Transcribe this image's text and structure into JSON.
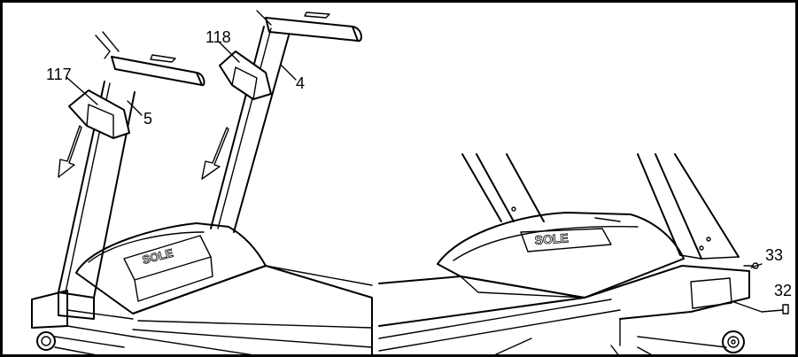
{
  "diagram": {
    "left_panel": {
      "part_labels": [
        {
          "id": "117",
          "text": "117"
        },
        {
          "id": "5",
          "text": "5"
        },
        {
          "id": "118",
          "text": "118"
        },
        {
          "id": "4",
          "text": "4"
        }
      ],
      "logo_text": "SOLE"
    },
    "right_panel": {
      "part_labels": [
        {
          "id": "33",
          "text": "33"
        },
        {
          "id": "32",
          "text": "32"
        }
      ],
      "logo_text": "SOLE"
    },
    "icons": [
      "down-arrow-icon",
      "down-arrow-icon"
    ]
  }
}
